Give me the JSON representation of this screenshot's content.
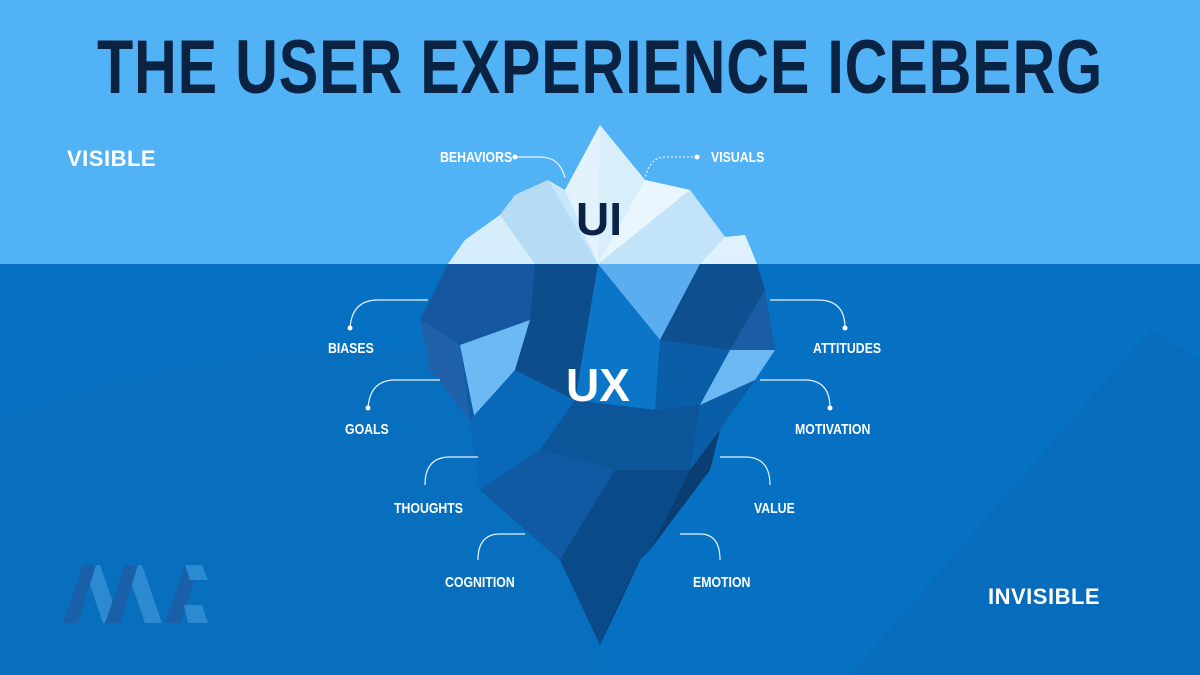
{
  "title": "THE USER EXPERIENCE ICEBERG",
  "zones": {
    "visible": "VISIBLE",
    "invisible": "INVISIBLE"
  },
  "iceberg": {
    "tip_label": "UI",
    "body_label": "UX"
  },
  "labels": {
    "behaviors": "BEHAVIORS",
    "visuals": "VISUALS",
    "biases": "BIASES",
    "attitudes": "ATTITUDES",
    "goals": "GOALS",
    "motivation": "MOTIVATION",
    "thoughts": "THOUGHTS",
    "value": "VALUE",
    "cognition": "COGNITION",
    "emotion": "EMOTION"
  },
  "colors": {
    "sky": "#52b2f6",
    "water": "#0670c3",
    "title": "#0b2342",
    "ui_text": "#0b2342"
  }
}
